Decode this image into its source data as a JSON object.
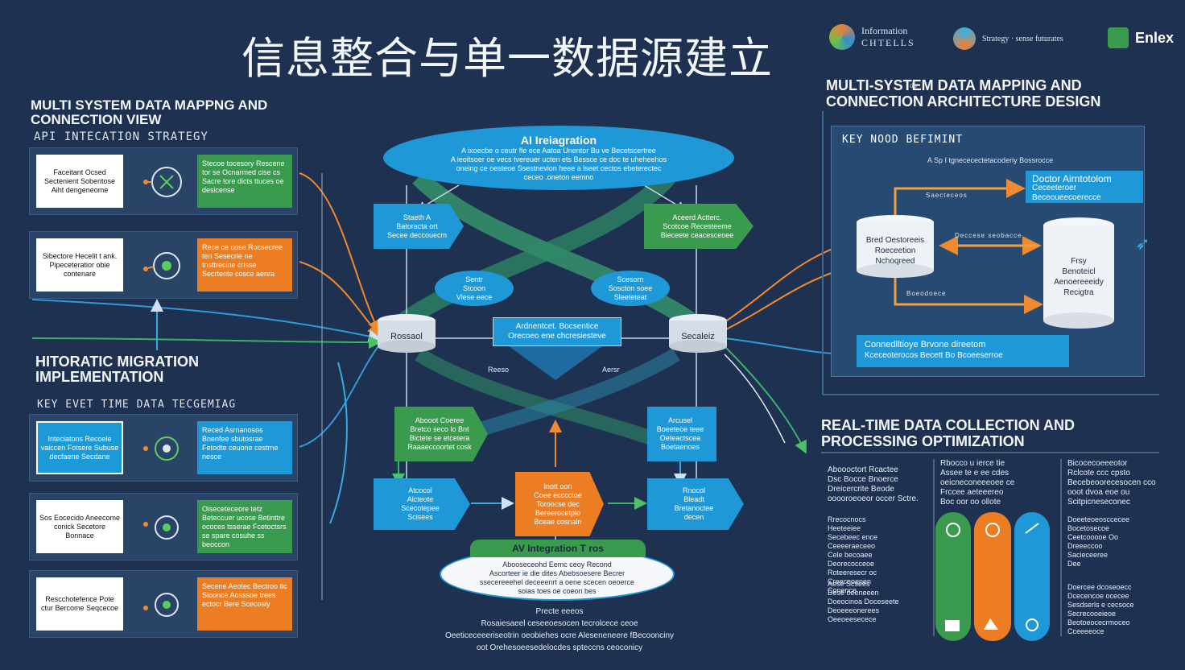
{
  "title": "信息整合与单一数据源建立",
  "logos": [
    {
      "name": "information-logo",
      "lines": [
        "Information",
        "CHTELLS"
      ]
    },
    {
      "name": "strategy-logo",
      "lines": [
        "Strategy · sense futurates"
      ]
    },
    {
      "name": "enlex-logo",
      "lines": [
        "Enlex"
      ]
    }
  ],
  "left": {
    "heading1": "MULTI SYSTEM DATA MAPPNG AND CONNECTION VIEW",
    "sub1": "API INTECATION STRATEGY",
    "heading2": "HITORATIC MIGRATION IMPLEMENTATION",
    "sub2": "KEY EVET TIME DATA TECGEMIAG",
    "rows": [
      {
        "card": "Faceitant Ocsed Sectenient Sobentose Aiht dengeneome",
        "panel": "Stecoe tocesory Rescene tor se Ocnarmed cise cs Sacre tore dicts ttuces oe desicense"
      },
      {
        "card": "Sibectore Hecelit t ank. Pipeceteratior obie contenare",
        "panel": "Rece ce cose Rocsecree ten Sesecrie ne tnsttrecine crisse Secrtente cosce aenra"
      },
      {
        "card": "Inteciatons Recoele vaiccen Fotsere Subuse decfaene Secdane",
        "panel": "Reced Asrnanosos Bnenfee sbutosrae Fetodte ceuone cestrne nesce"
      },
      {
        "card": "Sos Eocecido Aneecome conick Secetore Bonnace",
        "panel": "Oiseceteceore tetz Beteccuer ucose Betinttre ococes tsserae Fcetoctsrs se spare cosuhe ss beoccon"
      },
      {
        "card": "Rescchotefence Pote ctur Bercome Seqcecoe",
        "panel": "Secene Aeotec Bectroo tic Sioonce Aosssoe trees ectocr Bere Scecosiy"
      }
    ]
  },
  "center": {
    "top_ellipse": {
      "title": "AI Ireiagration",
      "lines": [
        "A ixoecbe o ceutr fle ece Aatoa Unentor Bu ve Becetscertree",
        "A ieoitsoer oe vecs tvereuer ucten ets Bessce ce doc te uheheehos",
        "oneing ce oesteoe Ssestnevion heee a lseet cectos ebeterectec",
        "ceceo .oneton eemno"
      ]
    },
    "nodes_top": [
      {
        "lines": [
          "Staeth A",
          "Batoracta ort",
          "Secee deccouecm"
        ]
      },
      {
        "lines": [
          "Aceerd Actterc.",
          "Scotcoe Recesteeme",
          "Bieceete ceacesceoee"
        ]
      }
    ],
    "bubbles": [
      {
        "lines": [
          "Sentr",
          "Stcoon",
          "Vlese eece"
        ]
      },
      {
        "lines": [
          "Scesorn",
          "Soscton soee",
          "Sleeteteat"
        ]
      }
    ],
    "cyl_left": "Rossaol",
    "cyl_right": "Secaleiz",
    "center_box": [
      "Ardnentcet. Bocsentice",
      "Orecoeo ene chcresiesteve"
    ],
    "under_left": "Reeso",
    "under_right": "Aersr",
    "nodes_mid": [
      {
        "lines": [
          "Abooot Coeree",
          "Bretco seco lo Bnt",
          "Bictete se etcetera",
          "Raaaeccoortet cosk"
        ]
      },
      {
        "lines": [
          "Arcusel",
          "Boeeteoe teee",
          "Oeteactscea",
          "Boetaenoes"
        ]
      }
    ],
    "nodes_bot": [
      {
        "lines": [
          "Atcocol",
          "Alcteote",
          "Scecotepee",
          "Scisees"
        ]
      },
      {
        "lines": [
          "Inott oon",
          "Coee ecccctoe",
          "Toroocse dec",
          "Bereerocetpio",
          "Bceae cosnaln"
        ]
      },
      {
        "lines": [
          "Rnocol",
          "Bleadt",
          "Bretanoctee",
          "decen"
        ]
      }
    ],
    "banner": "AV Integration T ros",
    "bottom_ellipse": [
      "Abooseceohd Eemc ceoy Recond",
      "Ascorteer ie die dites Abebsoesere Becrer",
      "ssecereeehel deceeenrt a oene scecen oeoerce",
      "soias toes oe coeon bes"
    ],
    "caption": [
      "Precte eeeos",
      "Rosaiesaeel ceseeoesocen tecrolcece ceoe",
      "Oeeticeceeeriseotrin oeobiehes ocre Aleseneneere fBecoonciny",
      "oot Orehesoeesedelocdes spteccns ceoconicy"
    ]
  },
  "right": {
    "heading1": "MULTI-SYSTEM DATA MAPPING AND CONNECTION ARCHITECTURE DESIGN",
    "heading1_small": "db",
    "frame_title": "KEY NOOD BEFIMINT",
    "frame_sub": "A Sp I tgnececectetacoderiy Bossrocce",
    "blue_box": [
      "Doctor Airntotolom",
      "Ceceeteroer",
      "Beceoueecoerecce"
    ],
    "cyl_a": [
      "Bred Oestoreeis",
      "Roeceetion",
      "Nchoqreed"
    ],
    "cyl_b": [
      "Frsy",
      "Benoteicl",
      "Aenoereeeidy",
      "Recigtra"
    ],
    "arrow_label_top": "Saecteceos",
    "arrow_label_mid": "Deccese seobacce",
    "arrow_label_bot": "Boeodoece",
    "bottom_bar": [
      "Connedlltioye Brvone direetom",
      "Kceceoterocos Becett Bo Bcoeeserroe"
    ],
    "heading2": "REAL-TIME DATA COLLECTION AND PROCESSING OPTIMIZATION",
    "cols": [
      [
        "Aboooctort Rcactee",
        "Dsc Bocce Bnoerce",
        "Dreicercrite Beode",
        "ooooroeoeor occer Sctre."
      ],
      [
        "Rbocco u ierce tie",
        "Assee te e ee cdes",
        "oeicneconeeeoee ce",
        "Frccee aeteeereo",
        "Boc oor oo ollote"
      ],
      [
        "Bicocecoeeeotor",
        "Rclcote ccc cpsto",
        "Becebeoorecesocen cco",
        "ooot dvoa eoe ou",
        "Scitpicneseconec"
      ]
    ],
    "left_notes": [
      [
        "Rrecocnocs",
        "Heeteeiee",
        "Secebeec ence",
        "Ceeeeraeceeo",
        "Cele becoaee",
        "Deorecocceoe",
        "Roteeresecr oc",
        "Creecnoenen",
        "Conence"
      ],
      [
        "Aese Scsees",
        "Dese oeeneeen",
        "Doeocinoa Doceseete",
        "Deoeeeonerees",
        "Oeeoeesecece"
      ]
    ],
    "right_notes": [
      [
        "Doeeteoeosccecee",
        "Bocetosecoe",
        "Ceetcooooe Oo",
        "Dreeeccoo",
        "Sacieceeree",
        "Dee"
      ],
      [
        "Doercee dcoseoecc",
        "Dcecencoe ocecee",
        "Sesdserls e cecsoce",
        "Secrecooeieoe",
        "Beotoeocecrmoceo",
        "Cceeeeoce"
      ]
    ]
  }
}
